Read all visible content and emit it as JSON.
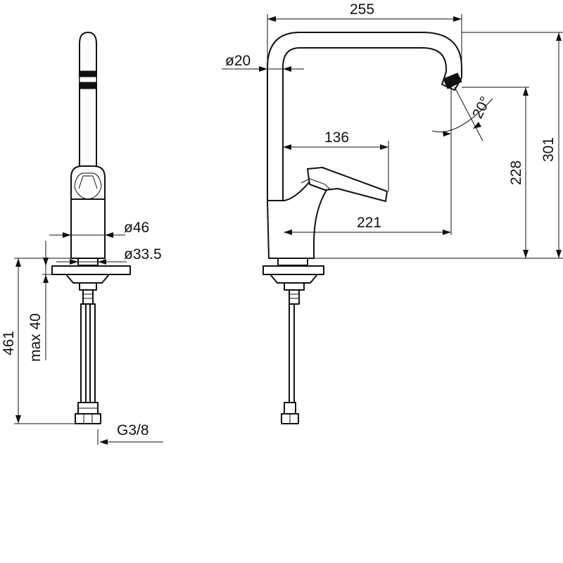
{
  "front_view": {
    "dia_body": "ø46",
    "dia_base": "ø33.5",
    "total_height": "461",
    "max_thickness": "max 40",
    "thread": "G3/8"
  },
  "side_view": {
    "width_top": "255",
    "dia_spout": "ø20",
    "lever_reach": "136",
    "spout_reach": "221",
    "angle": "20°",
    "outlet_height": "228",
    "total_height": "301"
  }
}
